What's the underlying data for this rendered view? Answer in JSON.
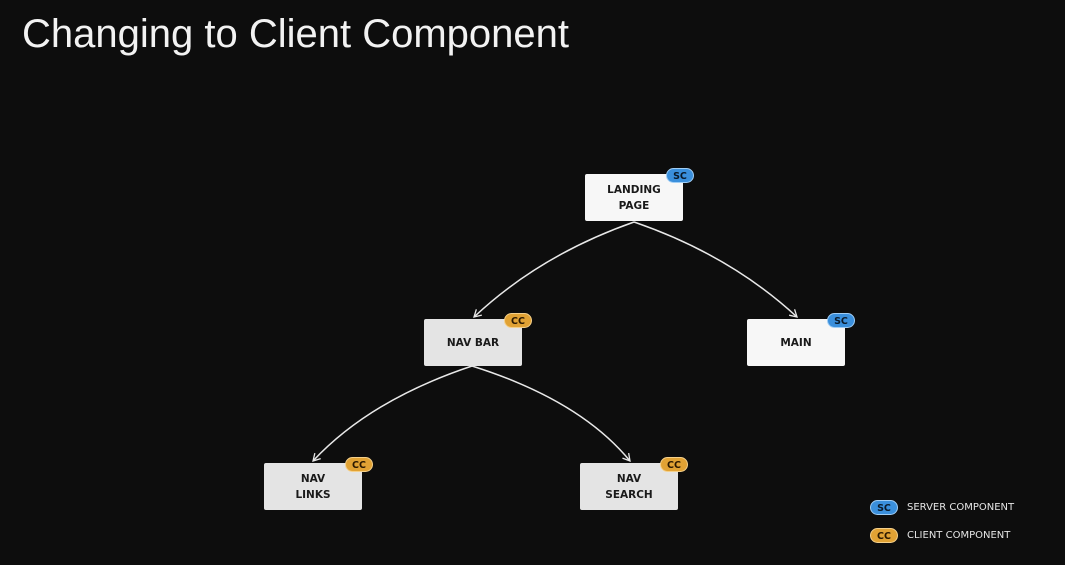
{
  "title": "Changing to Client Component",
  "nodes": {
    "landing_page": {
      "label": "LANDING\nPAGE",
      "badge": "SC"
    },
    "nav_bar": {
      "label": "NAV BAR",
      "badge": "CC"
    },
    "main": {
      "label": "MAIN",
      "badge": "SC"
    },
    "nav_links": {
      "label": "NAV\nLINKS",
      "badge": "CC"
    },
    "nav_search": {
      "label": "NAV\nSEARCH",
      "badge": "CC"
    }
  },
  "edges": [
    {
      "from": "landing_page",
      "to": "nav_bar"
    },
    {
      "from": "landing_page",
      "to": "main"
    },
    {
      "from": "nav_bar",
      "to": "nav_links"
    },
    {
      "from": "nav_bar",
      "to": "nav_search"
    }
  ],
  "legend": {
    "server": {
      "badge": "SC",
      "label": "SERVER COMPONENT"
    },
    "client": {
      "badge": "CC",
      "label": "CLIENT COMPONENT"
    }
  },
  "colors": {
    "background": "#0d0d0d",
    "server_badge": "#3a8fdc",
    "client_badge": "#e1a234",
    "edge": "#e8e8e8"
  }
}
